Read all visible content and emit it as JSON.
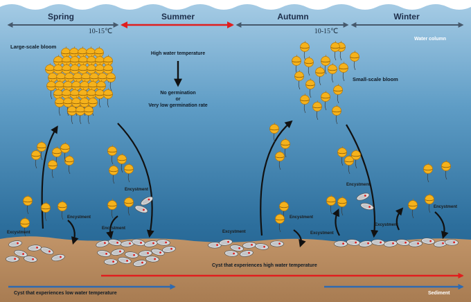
{
  "seasons": [
    "Spring",
    "Summer",
    "Autumn",
    "Winter"
  ],
  "temperature_label": "10-15℃",
  "water_column_label": "Water column",
  "sediment_label": "Sediment",
  "large_bloom_label": "Large-scale bloom",
  "small_bloom_label": "Small-scale bloom",
  "summer_note": {
    "line1": "High water temperature",
    "line2": "No germination",
    "line3": "or",
    "line4": "Very low germination rate"
  },
  "process_label": "Encystment",
  "excystment_label": "Excystment",
  "cyst_high_label": "Cyst that experiences high water temperature",
  "cyst_low_label": "Cyst that experiences low water temperature",
  "colors": {
    "water_top": "#9ec6e3",
    "water_bottom": "#1f5f8a",
    "sediment": "#b3855a",
    "cell": "#f5b21c",
    "red_arrow": "#e01e1e",
    "blue_arrow": "#2f6ab0",
    "season_arrow": "#4a6176"
  }
}
